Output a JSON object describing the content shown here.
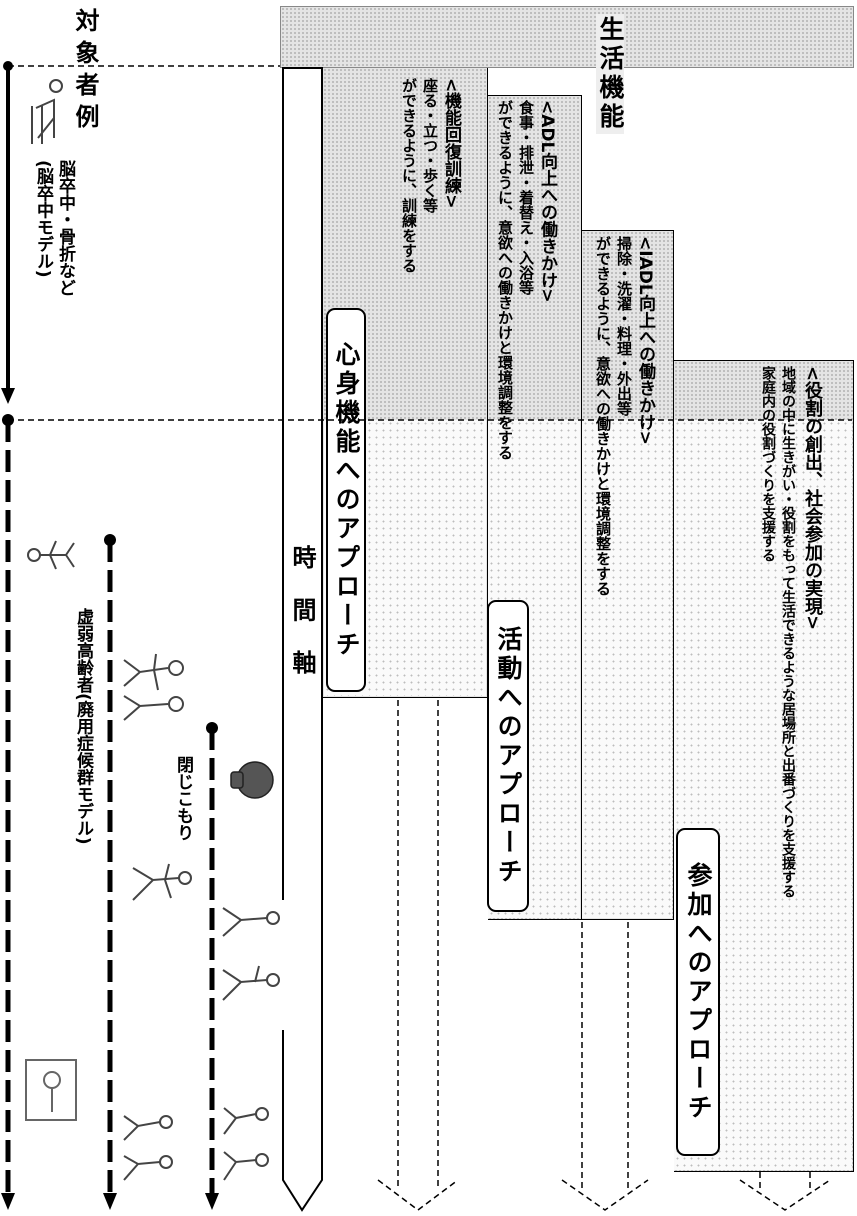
{
  "header": {
    "subjects_label": "対象者例",
    "life_function_label": "生活機能"
  },
  "time_axis_label": "時 間 軸",
  "stages": [
    {
      "heading": "<機能回復訓練>",
      "lines": [
        "座る・立つ・歩く等",
        "ができるように、訓練をする"
      ],
      "approach": "心身機能へのアプローチ"
    },
    {
      "heading": "<ADL向上への働きかけ>",
      "lines": [
        "食事・排泄・着替え・入浴等",
        "ができるように、意欲への働きかけと環境調整をする"
      ],
      "approach": "活動へのアプローチ"
    },
    {
      "heading": "<IADL向上への働きかけ>",
      "lines": [
        "掃除・洗濯・料理・外出等",
        "ができるように、意欲への働きかけと環境調整をする"
      ],
      "approach": ""
    },
    {
      "heading": "<役割の創出、社会参加の実現>",
      "lines": [
        "地域の中に生きがい・役割をもって生活できるような居場所と出番づくりを支援する",
        "家庭内の役割づくりを支援する"
      ],
      "approach": "参加へのアプローチ"
    }
  ],
  "subjects": [
    {
      "label": "脳卒中・骨折など",
      "sublabel": "(脳卒中モデル)"
    },
    {
      "label": "虚弱高齢者(廃用症候群モデル)",
      "sublabel": ""
    },
    {
      "label": "閉じこもり",
      "sublabel": ""
    }
  ],
  "colors": {
    "hatch": "#e4e4e4",
    "line": "#000000"
  }
}
